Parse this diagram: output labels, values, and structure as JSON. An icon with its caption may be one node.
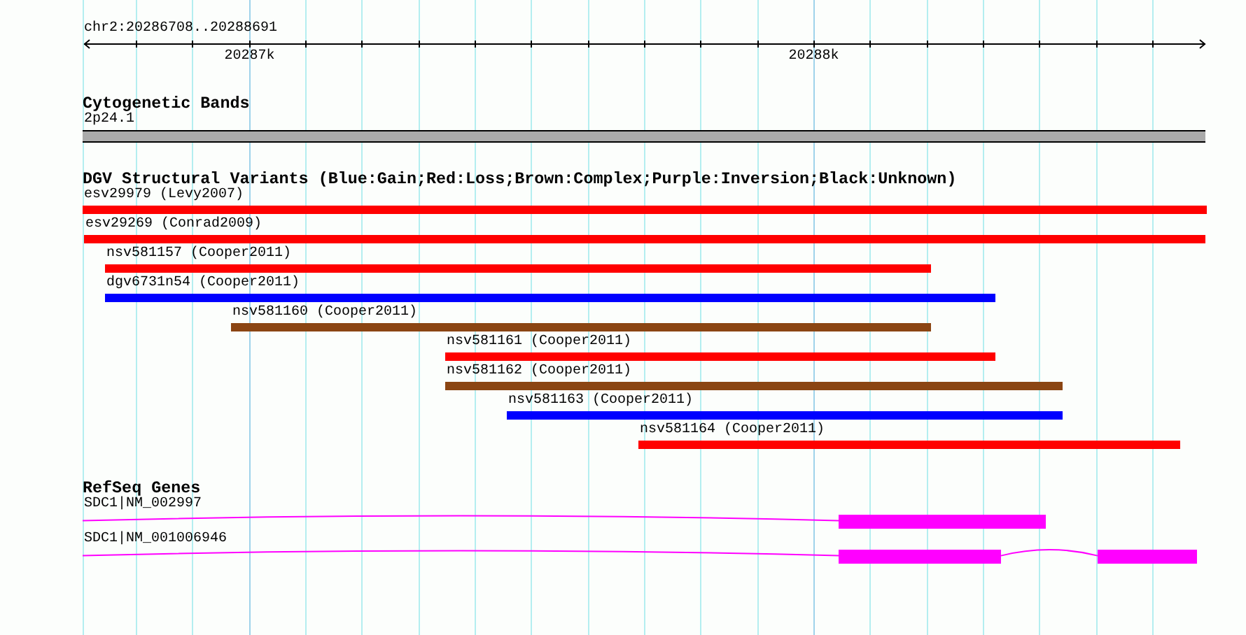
{
  "diagram": {
    "nodes": [
      {
        "text": [
          "2p24.1"
        ]
      },
      {
        "text": [
          "esv29979 (Levy2007)"
        ]
      },
      {
        "text": [
          "esv29269 (Conrad2009)"
        ]
      },
      {
        "text": [
          "nsv581157 (Cooper2011)"
        ]
      },
      {
        "text": [
          "dgv6731n54 (Cooper2011)"
        ]
      },
      {
        "text": [
          "nsv581160 (Cooper2011)"
        ]
      },
      {
        "text": [
          "nsv581161 (Cooper2011)"
        ]
      },
      {
        "text": [
          "nsv581162 (Cooper2011)"
        ]
      },
      {
        "text": [
          "nsv581163 (Cooper2011)"
        ]
      },
      {
        "text": [
          "nsv581164 (Cooper2011)"
        ]
      },
      {
        "text": [
          "SDC1|NM_002997"
        ]
      },
      {
        "text": [
          "SDC1|NM_001006946"
        ]
      }
    ],
    "labels": [
      "chr2:20286708..20288691",
      "20287k",
      "20288k",
      "Cytogenetic Bands",
      "DGV Structural Variants (Blue:Gain;Red:Loss;Brown:Complex;Purple:Inversion;Black:Unknown)",
      "RefSeq Genes"
    ]
  }
}
